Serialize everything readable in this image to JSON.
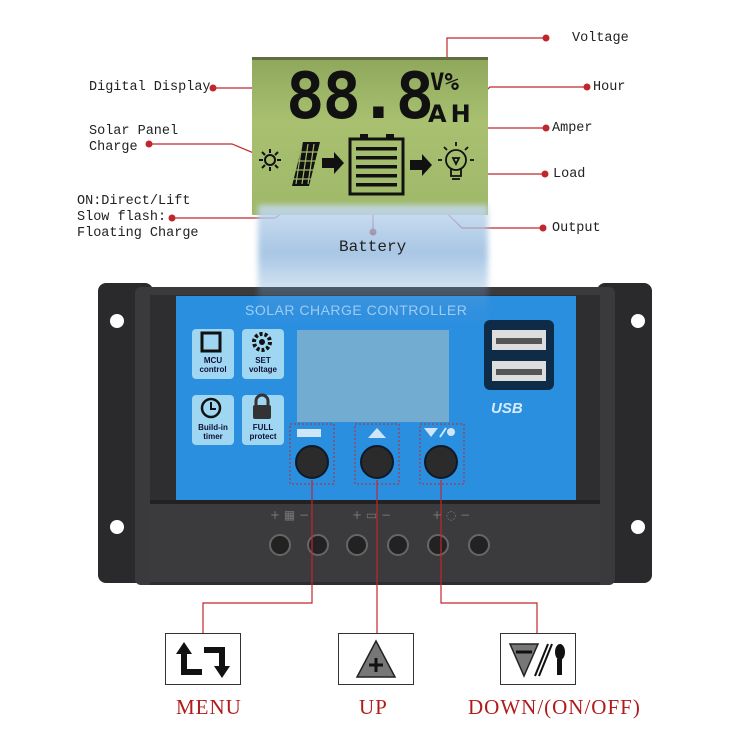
{
  "lcd": {
    "digits": "88.8",
    "unit_top": "V%",
    "unit_bottom": "AH",
    "background_color": "#a3bb6b"
  },
  "callouts_left": {
    "digital_display": "Digital Display",
    "solar_panel_charge_line1": "Solar Panel",
    "solar_panel_charge_line2": "Charge",
    "direct_line1": "ON:Direct/Lift",
    "direct_line2": "Slow flash:",
    "direct_line3": "Floating Charge"
  },
  "callouts_right": {
    "voltage": "Voltage",
    "hour": "Hour",
    "amper": "Amper",
    "load": "Load",
    "output": "Output"
  },
  "callout_bottom": {
    "battery": "Battery"
  },
  "device": {
    "title": "SOLAR CHARGE CONTROLLER",
    "panel_color": "#2b8fe0",
    "features": [
      {
        "icon": "chip-icon",
        "line1": "MCU",
        "line2": "control"
      },
      {
        "icon": "gear-icon",
        "line1": "SET",
        "line2": "voltage"
      },
      {
        "icon": "clock-icon",
        "line1": "Build-in",
        "line2": "timer"
      },
      {
        "icon": "lock-icon",
        "line1": "FULL",
        "line2": "protect"
      }
    ],
    "usb_label": "USB",
    "terminal_labels": [
      "+ ▦ −",
      "+ ▭ −",
      "+ ◌ −"
    ]
  },
  "buttons": [
    {
      "name": "MENU",
      "icon": "menu-cycle-icon"
    },
    {
      "name": "UP",
      "icon": "up-plus-triangle-icon"
    },
    {
      "name": "DOWN/(ON/OFF)",
      "icon": "down-minus-onoff-icon"
    }
  ],
  "colors": {
    "accent_red": "#b01c1c",
    "callout_line": "#c0272d",
    "housing": "#2f2f31"
  }
}
